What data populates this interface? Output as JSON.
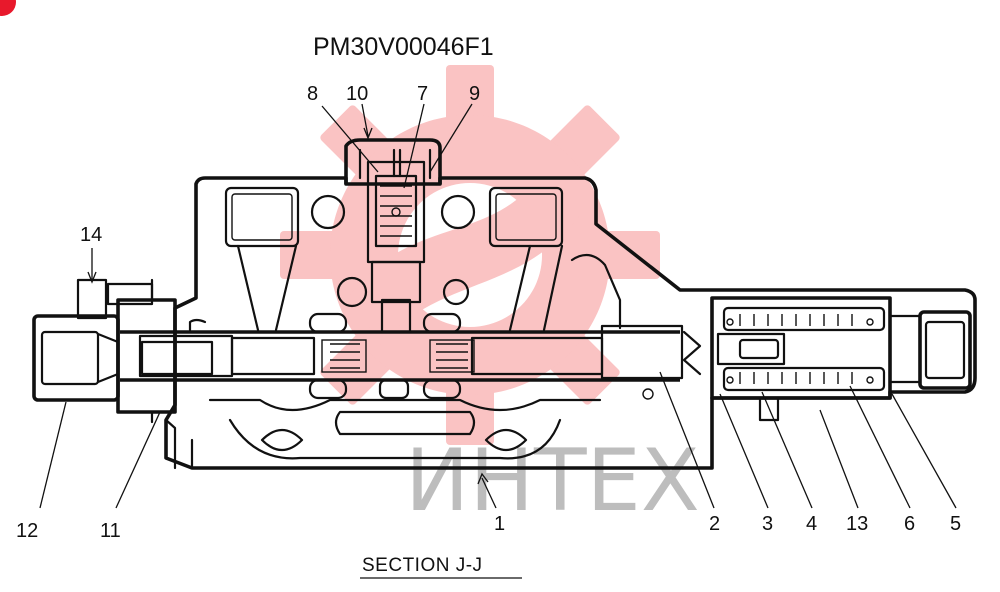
{
  "title": "PM30V00046F1",
  "section_label": "SECTION   J-J",
  "watermark": {
    "text": "ИНТЕХ",
    "gear_color": "#f26060",
    "badge_color": "#e8192c"
  },
  "callouts": {
    "c1": "1",
    "c2": "2",
    "c3": "3",
    "c4": "4",
    "c5": "5",
    "c6": "6",
    "c7": "7",
    "c8": "8",
    "c9": "9",
    "c10": "10",
    "c11": "11",
    "c12": "12",
    "c13": "13",
    "c14": "14"
  }
}
